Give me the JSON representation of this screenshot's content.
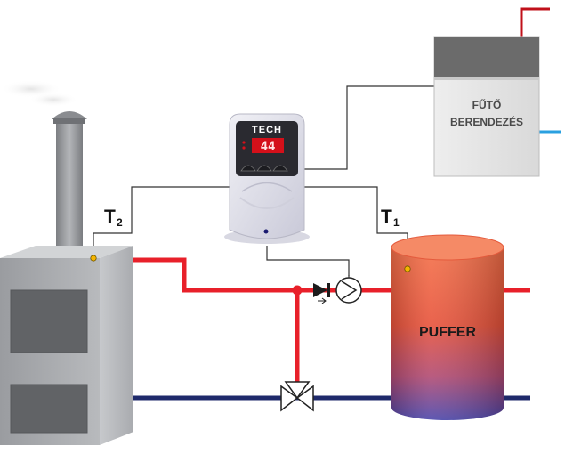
{
  "labels": {
    "sensor_t2": "T",
    "sensor_t2_sub": "2",
    "sensor_t1": "T",
    "sensor_t1_sub": "1",
    "puffer": "PUFFER",
    "heater_line1": "FŰTŐ",
    "heater_line2": "BERENDEZÉS"
  },
  "controller": {
    "brand": "TECH",
    "display_value": "44"
  },
  "colors": {
    "hot_pipe": "#e8202a",
    "cold_pipe": "#1f2a6b",
    "wire": "#333333",
    "lcd": "#d4101a",
    "puffer_top": "#f26a45",
    "puffer_bottom": "#4d46a8",
    "heater_return": "#2aa0e0"
  }
}
